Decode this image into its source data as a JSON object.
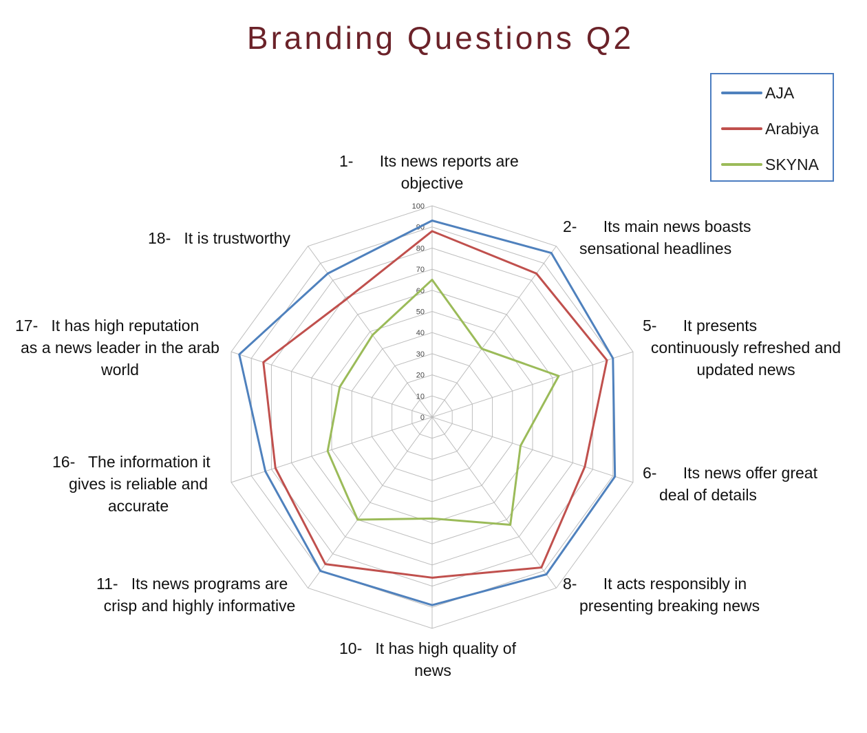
{
  "chart_data": {
    "type": "radar",
    "title": "Branding Questions  Q2",
    "axes": [
      "1-      Its news reports are\nobjective",
      "2-      Its main news boasts\nsensational headlines",
      "5-      It presents\ncontinuously refreshed and\nupdated news",
      "6-      Its news offer great\ndeal of details",
      "8-      It acts responsibly in\npresenting breaking news",
      "10-   It has high quality of\nnews",
      "11-   Its news programs are\ncrisp and highly informative",
      "16-   The information it\ngives is reliable and\naccurate",
      "17-   It has high reputation\nas a news leader in the arab\nworld",
      "18-   It is trustworthy"
    ],
    "ticks": [
      "0",
      "10",
      "20",
      "30",
      "40",
      "50",
      "60",
      "70",
      "80",
      "90",
      "100"
    ],
    "rmax": 100,
    "grid": true,
    "legend_position": "top-right",
    "series": [
      {
        "name": "AJA",
        "color": "#4f81bd",
        "values": [
          93,
          96,
          90,
          91,
          92,
          89,
          90,
          83,
          96,
          84
        ]
      },
      {
        "name": "Arabiya",
        "color": "#c0504d",
        "values": [
          88,
          84,
          87,
          76,
          88,
          76,
          86,
          78,
          84,
          69
        ]
      },
      {
        "name": "SKYNA",
        "color": "#9bbb59",
        "values": [
          65,
          40,
          63,
          44,
          63,
          48,
          60,
          52,
          46,
          48
        ]
      }
    ]
  }
}
